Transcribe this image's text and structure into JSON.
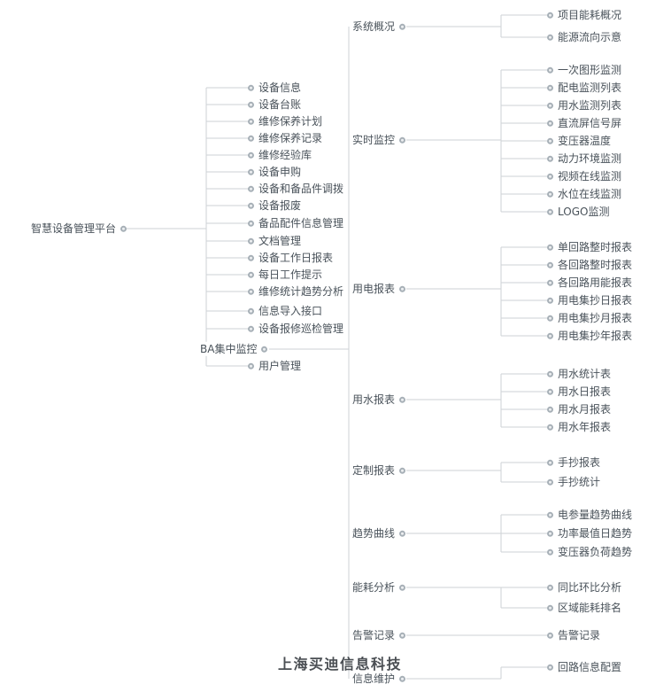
{
  "watermark": "上海买迪信息科技",
  "tree": {
    "label": "智慧设备管理平台",
    "children": [
      {
        "label": "设备信息"
      },
      {
        "label": "设备台账"
      },
      {
        "label": "维修保养计划"
      },
      {
        "label": "维修保养记录"
      },
      {
        "label": "维修经验库"
      },
      {
        "label": "设备申购"
      },
      {
        "label": "设备和备品件调拨"
      },
      {
        "label": "设备报废"
      },
      {
        "label": "备品配件信息管理"
      },
      {
        "label": "文档管理"
      },
      {
        "label": "设备工作日报表"
      },
      {
        "label": "每日工作提示"
      },
      {
        "label": "维修统计趋势分析"
      },
      {
        "label": "信息导入接口"
      },
      {
        "label": "设备报修巡检管理"
      },
      {
        "label": "BA集中监控",
        "children": [
          {
            "label": "系统概况",
            "children": [
              {
                "label": "项目能耗概况"
              },
              {
                "label": "能源流向示意"
              }
            ]
          },
          {
            "label": "实时监控",
            "children": [
              {
                "label": "一次图形监测"
              },
              {
                "label": "配电监测列表"
              },
              {
                "label": "用水监测列表"
              },
              {
                "label": "直流屏信号屏"
              },
              {
                "label": "变压器温度"
              },
              {
                "label": "动力环境监测"
              },
              {
                "label": "视频在线监测"
              },
              {
                "label": "水位在线监测"
              },
              {
                "label": "LOGO监测"
              }
            ]
          },
          {
            "label": "用电报表",
            "children": [
              {
                "label": "单回路整时报表"
              },
              {
                "label": "各回路整时报表"
              },
              {
                "label": "各回路用能报表"
              },
              {
                "label": "用电集抄日报表"
              },
              {
                "label": "用电集抄月报表"
              },
              {
                "label": "用电集抄年报表"
              }
            ]
          },
          {
            "label": "用水报表",
            "children": [
              {
                "label": "用水统计表"
              },
              {
                "label": "用水日报表"
              },
              {
                "label": "用水月报表"
              },
              {
                "label": "用水年报表"
              }
            ]
          },
          {
            "label": "定制报表",
            "children": [
              {
                "label": "手抄报表"
              },
              {
                "label": "手抄统计"
              }
            ]
          },
          {
            "label": "趋势曲线",
            "children": [
              {
                "label": "电参量趋势曲线"
              },
              {
                "label": "功率最值日趋势"
              },
              {
                "label": "变压器负荷趋势"
              }
            ]
          },
          {
            "label": "能耗分析",
            "children": [
              {
                "label": "同比环比分析"
              },
              {
                "label": "区域能耗排名"
              }
            ]
          },
          {
            "label": "告警记录",
            "children": [
              {
                "label": "告警记录"
              }
            ]
          },
          {
            "label": "信息维护",
            "children": [
              {
                "label": "回路信息配置"
              }
            ]
          }
        ]
      },
      {
        "label": "用户管理"
      }
    ]
  }
}
